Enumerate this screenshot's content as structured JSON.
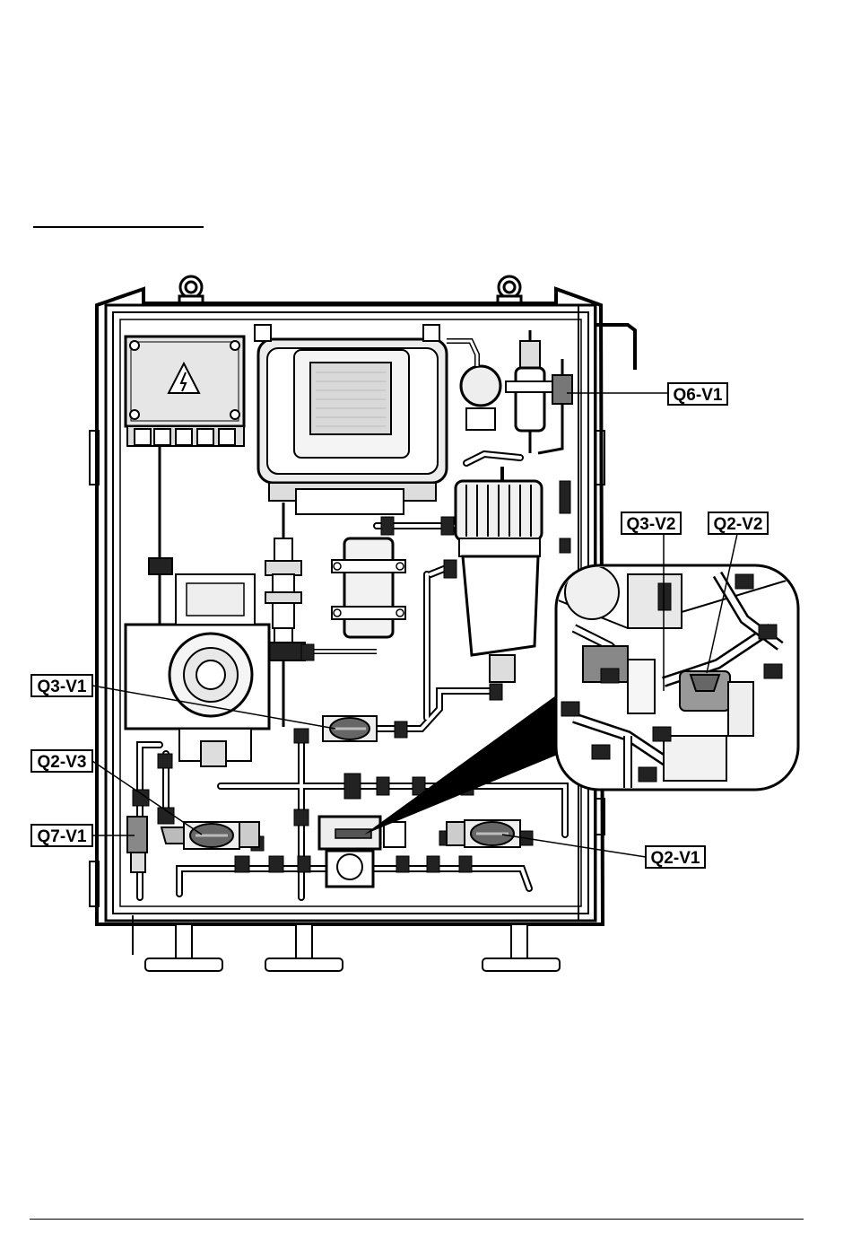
{
  "figure": {
    "callouts": {
      "q6_v1": "Q6-V1",
      "q3_v2": "Q3-V2",
      "q2_v2": "Q2-V2",
      "q3_v1": "Q3-V1",
      "q2_v3": "Q2-V3",
      "q7_v1": "Q7-V1",
      "q2_v1": "Q2-V1"
    }
  }
}
